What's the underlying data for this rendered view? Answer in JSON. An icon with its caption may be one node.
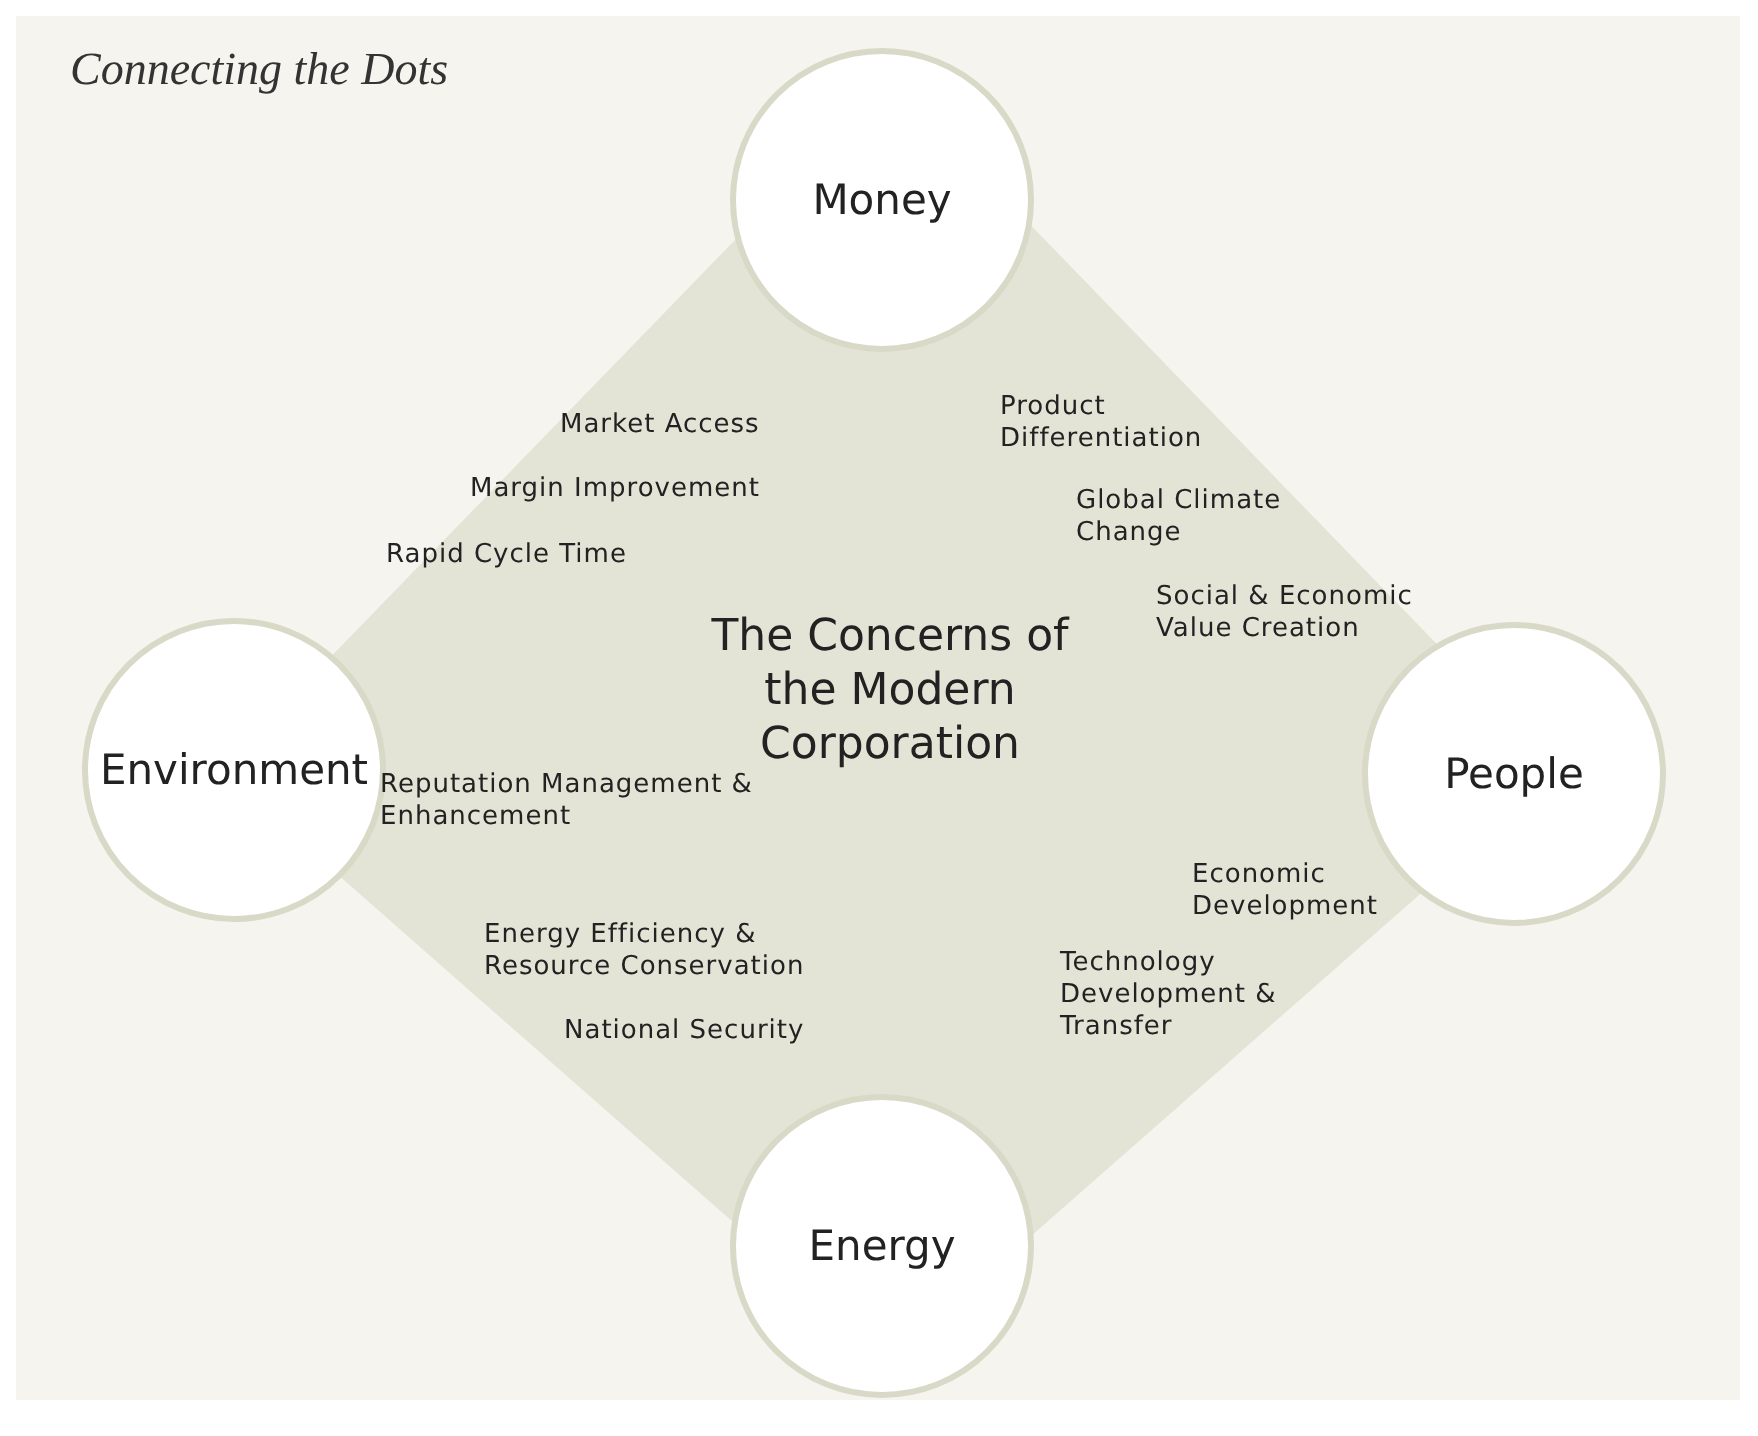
{
  "diagram": {
    "title": "Connecting the Dots",
    "nodes": [
      {
        "text": [
          "The Concerns of the Modern Corporation"
        ]
      },
      {
        "text": [
          "Money"
        ]
      },
      {
        "text": [
          "Environment"
        ]
      },
      {
        "text": [
          "People"
        ]
      },
      {
        "text": [
          "Energy"
        ]
      }
    ],
    "labels": [
      "Market Access",
      "Product Differentiation",
      "Margin Improvement",
      "Global Climate Change",
      "Rapid Cycle Time",
      "Social & Economic Value Creation",
      "Reputation Management & Enhancement",
      "Economic Development",
      "Energy Efficiency & Resource Conservation",
      "Technology Development & Transfer",
      "National Security"
    ]
  }
}
